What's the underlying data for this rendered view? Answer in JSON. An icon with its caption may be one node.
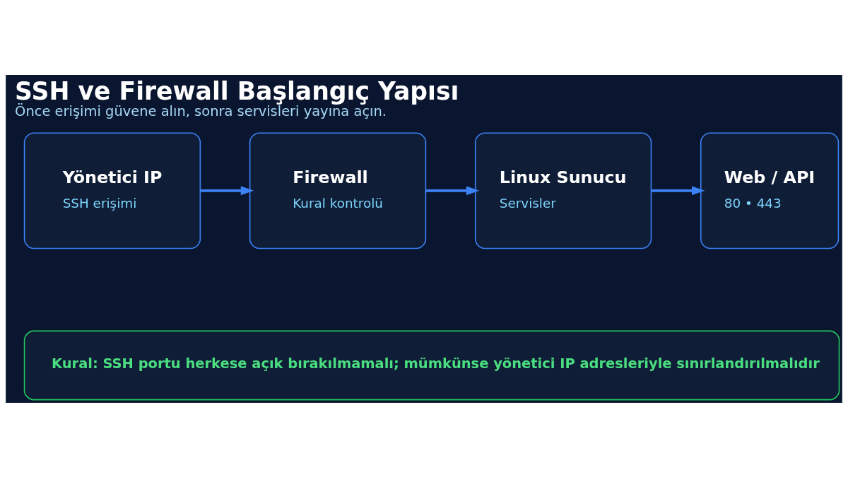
{
  "diagram": {
    "title": "SSH ve Firewall Başlangıç Yapısı",
    "caption": "Önce erişimi güvene alın, sonra servisleri yayına açın.",
    "nodes": [
      {
        "text": [
          "Yönetici IP",
          "SSH erişimi"
        ]
      },
      {
        "text": [
          "Firewall",
          "Kural kontrolü"
        ]
      },
      {
        "text": [
          "Linux Sunucu",
          "Servisler"
        ]
      },
      {
        "text": [
          "Web / API",
          "80 • 443"
        ]
      },
      {
        "text": [
          "Kural: SSH portu herkese açık bırakılmamalı; mümkünse yönetici IP adresleriyle sınırlandırılmalıdır"
        ]
      }
    ],
    "edges": [
      {
        "from": 0,
        "to": 1,
        "arrow": "to"
      },
      {
        "from": 1,
        "to": 2,
        "arrow": "to"
      },
      {
        "from": 2,
        "to": 3,
        "arrow": "to"
      }
    ]
  }
}
